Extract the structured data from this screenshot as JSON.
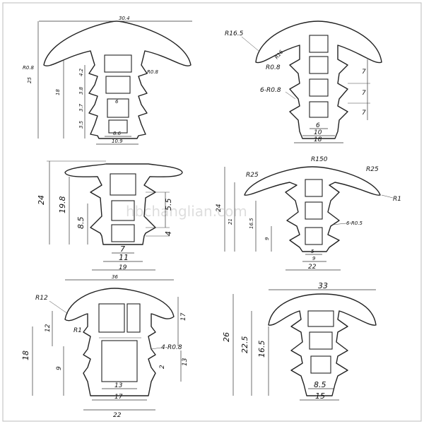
{
  "watermark": "hbchanglian.com",
  "profiles": {
    "p1": {
      "labels": {
        "top_width": "30.4",
        "r_left": "R0.8",
        "r_right": "R0.8",
        "height_total": "25",
        "height_stem": "18",
        "gap_a": "4.2",
        "gap_b": "3.8",
        "gap_c": "3.7",
        "gap_d": "3.5",
        "hole_w": "6",
        "inner_w": "8.6",
        "base_w": "10.9"
      }
    },
    "p2": {
      "labels": {
        "r_top": "R16.5",
        "r_inner": "R16",
        "r_corner": "R0.8",
        "r_fins": "6-R0.8",
        "pitch_1": "7",
        "pitch_2": "7",
        "pitch_3": "7",
        "hole_w": "6",
        "inner_w": "10",
        "base_w": "18"
      }
    },
    "p3": {
      "labels": {
        "height_total": "24",
        "height_stem": "19.8",
        "stem_low": "8.5",
        "fin_h": "5.5",
        "foot_h": "4",
        "hole_w": "7",
        "inner_w": "11",
        "base_w": "19"
      }
    },
    "p4": {
      "labels": {
        "r_big": "R150",
        "r_left": "R25",
        "r_right": "R25",
        "r_tip": "R1",
        "height_total": "24",
        "height_stem": "21",
        "stem_a": "16.5",
        "stem_b": "9",
        "r_fins": "6-R0.5",
        "hole_w": "5",
        "inner_w": "9",
        "base_w": "22"
      }
    },
    "p5": {
      "labels": {
        "r_top": "R12",
        "r_inner": "R1",
        "top_w": "36",
        "height_total": "18",
        "height_upper": "12",
        "height_lower": "9",
        "right_h": "17",
        "r_fins": "4-R0.8",
        "fin_gap": "2",
        "right_low": "13",
        "hole_w": "13",
        "inner_w": "17",
        "base_w": "22"
      }
    },
    "p6": {
      "labels": {
        "top_w": "33",
        "height_total": "26",
        "height_mid": "22.5",
        "height_low": "16.5",
        "hole_w": "8.5",
        "base_w": "15"
      }
    }
  }
}
